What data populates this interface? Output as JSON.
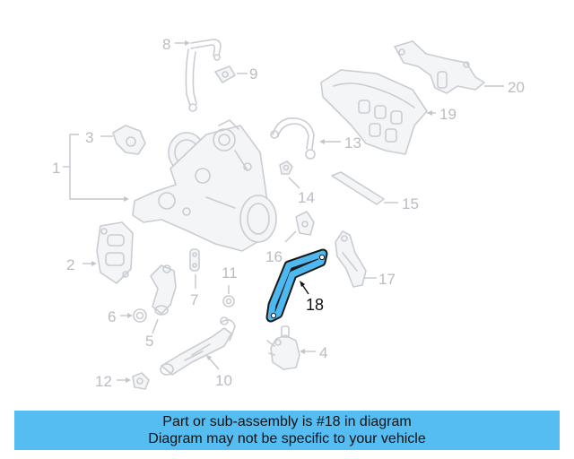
{
  "callouts": {
    "c1": "1",
    "c2": "2",
    "c3": "3",
    "c4": "4",
    "c5": "5",
    "c6": "6",
    "c7": "7",
    "c8": "8",
    "c9": "9",
    "c10": "10",
    "c11": "11",
    "c12": "12",
    "c13": "13",
    "c14": "14",
    "c15": "15",
    "c16": "16",
    "c17": "17",
    "c18": "18",
    "c19": "19",
    "c20": "20"
  },
  "highlight_color": "#4fb8f0",
  "banner": {
    "line1": "Part or sub-assembly is #18 in diagram",
    "line2": "Diagram may not be specific to your vehicle",
    "color": "#56bdf2"
  }
}
